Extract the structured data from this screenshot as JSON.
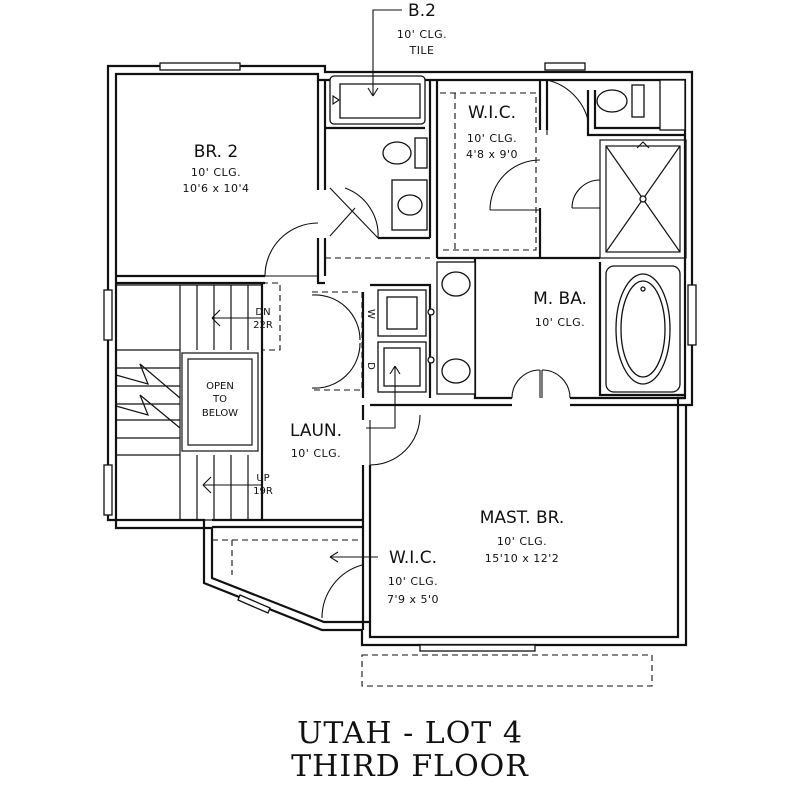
{
  "callout": {
    "name": "B.2",
    "ceiling": "10' CLG.",
    "finish": "TILE"
  },
  "rooms": {
    "br2": {
      "name": "BR. 2",
      "ceiling": "10' CLG.",
      "size": "10'6 x 10'4"
    },
    "wic1": {
      "name": "W.I.C.",
      "ceiling": "10' CLG.",
      "size": "4'8 x 9'0"
    },
    "mba": {
      "name": "M. BA.",
      "ceiling": "10' CLG."
    },
    "laun": {
      "name": "LAUN.",
      "ceiling": "10' CLG."
    },
    "mastbr": {
      "name": "MAST. BR.",
      "ceiling": "10' CLG.",
      "size": "15'10 x 12'2"
    },
    "wic2": {
      "name": "W.I.C.",
      "ceiling": "10' CLG.",
      "size": "7'9 x 5'0"
    }
  },
  "stairs": {
    "down": {
      "label": "DN",
      "risers": "22R"
    },
    "up": {
      "label": "UP",
      "risers": "19R"
    },
    "open_to_below": [
      "OPEN",
      "TO",
      "BELOW"
    ]
  },
  "appliances": {
    "washer": "W",
    "dryer": "D"
  },
  "title": {
    "line1": "UTAH - LOT 4",
    "line2": "THIRD FLOOR"
  }
}
